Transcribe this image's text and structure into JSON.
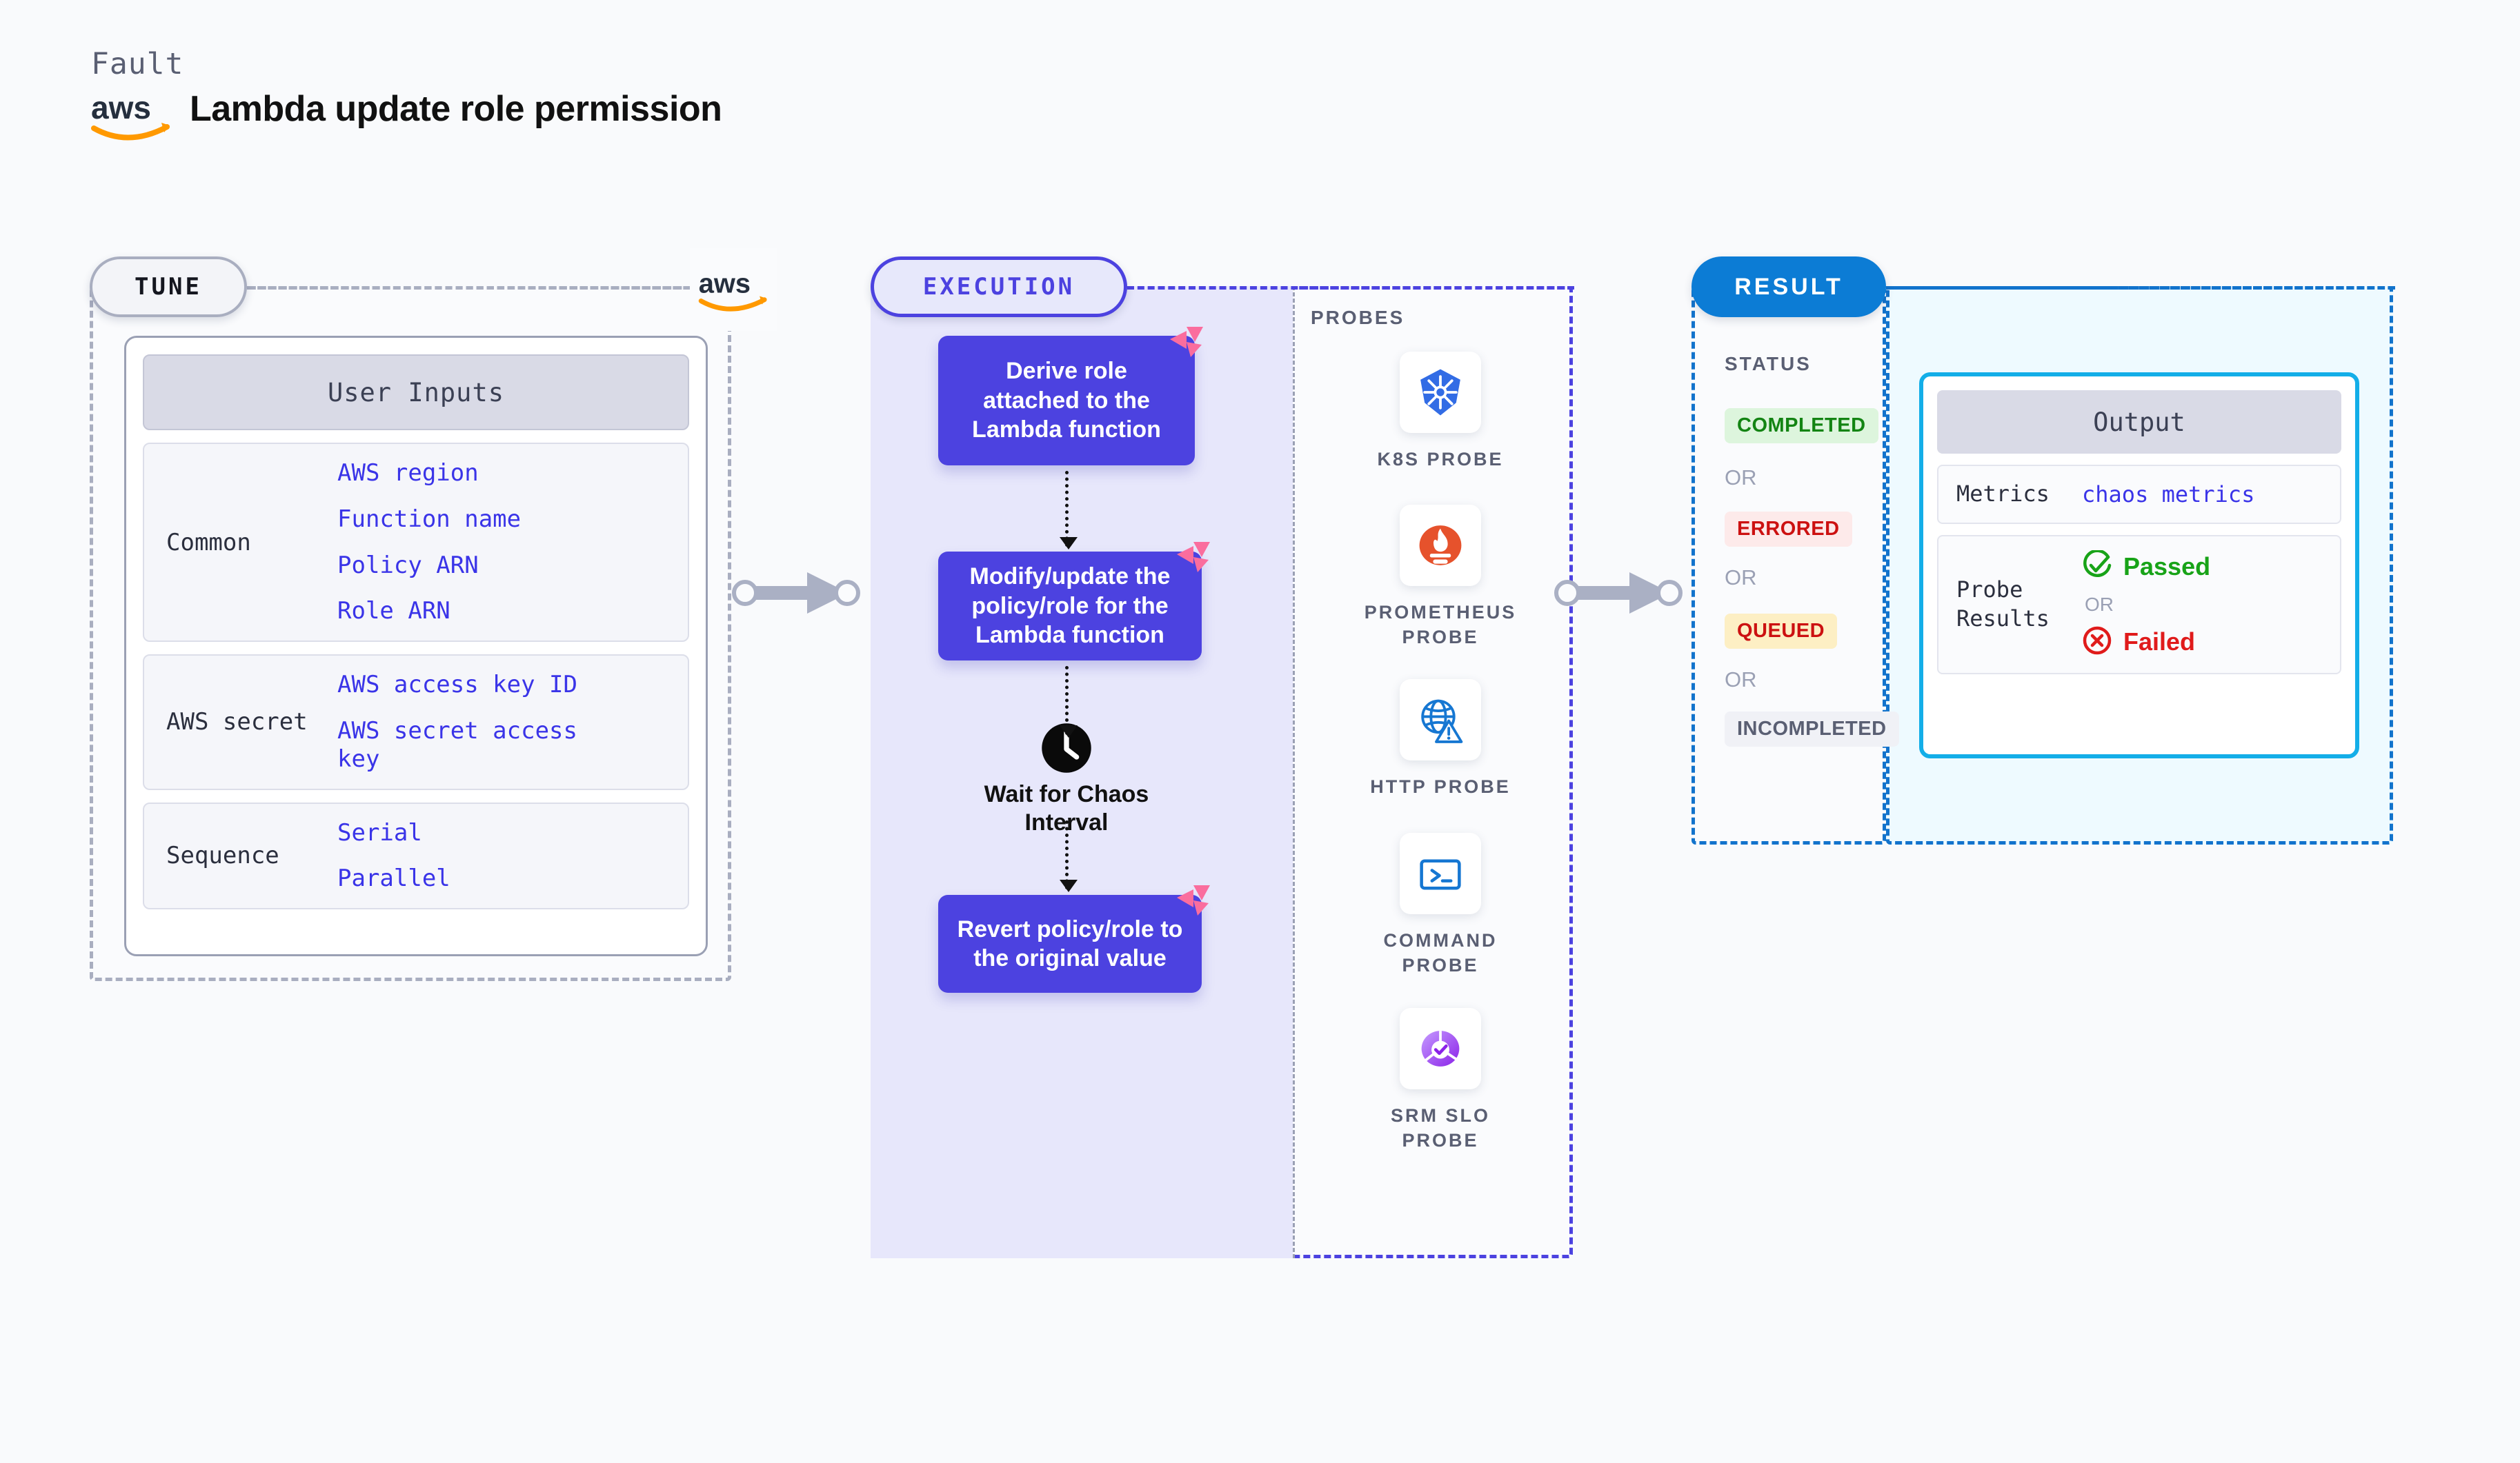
{
  "header": {
    "kicker": "Fault",
    "title": "Lambda update role permission",
    "logo_icon": "aws-logo"
  },
  "colors": {
    "background": "#f9fafc",
    "tune_accent": "#a9aec0",
    "execution_accent": "#4c42e0",
    "result_accent": "#1273cc",
    "output_border": "#13aee8",
    "mono_value": "#3a34e8",
    "litmus_pink": "#fa6d9e"
  },
  "tune": {
    "badge": "TUNE",
    "logo_icon": "aws-logo",
    "card_title": "User Inputs",
    "rows": [
      {
        "label": "Common",
        "values": [
          "AWS region",
          "Function name",
          "Policy ARN",
          "Role ARN"
        ]
      },
      {
        "label": "AWS secret",
        "values": [
          "AWS access key ID",
          "AWS secret access key"
        ]
      },
      {
        "label": "Sequence",
        "values": [
          "Serial",
          "Parallel"
        ]
      }
    ]
  },
  "execution": {
    "badge": "EXECUTION",
    "nodes": [
      {
        "text": "Derive role attached to the Lambda function",
        "badge_icon": "litmus-icon"
      },
      {
        "text": "Modify/update the policy/role for the Lambda function",
        "badge_icon": "litmus-icon"
      },
      {
        "text": "Revert policy/role to the original value",
        "badge_icon": "litmus-icon"
      }
    ],
    "wait": {
      "icon": "clock-icon",
      "label": "Wait for Chaos Interval"
    },
    "probes_label": "PROBES",
    "probes": [
      {
        "name": "K8S PROBE",
        "icon": "kubernetes-icon"
      },
      {
        "name": "PROMETHEUS PROBE",
        "icon": "prometheus-icon"
      },
      {
        "name": "HTTP PROBE",
        "icon": "http-globe-warning-icon"
      },
      {
        "name": "COMMAND PROBE",
        "icon": "terminal-icon"
      },
      {
        "name": "SRM SLO PROBE",
        "icon": "srm-slo-icon"
      }
    ]
  },
  "result": {
    "badge": "RESULT",
    "status_label": "STATUS",
    "or_text": "OR",
    "statuses": [
      {
        "text": "COMPLETED",
        "bg": "#ddf5dd",
        "fg": "#138413"
      },
      {
        "text": "ERRORED",
        "bg": "#fdeaea",
        "fg": "#cc1111"
      },
      {
        "text": "QUEUED",
        "bg": "#fdefc4",
        "fg": "#cc1111"
      },
      {
        "text": "INCOMPLETED",
        "bg": "#f0f1f6",
        "fg": "#5a5f73"
      }
    ],
    "output": {
      "title": "Output",
      "metrics_label": "Metrics",
      "metrics_value": "chaos metrics",
      "probe_results_label": "Probe Results",
      "passed_text": "Passed",
      "failed_text": "Failed",
      "or_text": "OR",
      "passed_icon": "check-circle-icon",
      "failed_icon": "x-circle-icon"
    }
  }
}
